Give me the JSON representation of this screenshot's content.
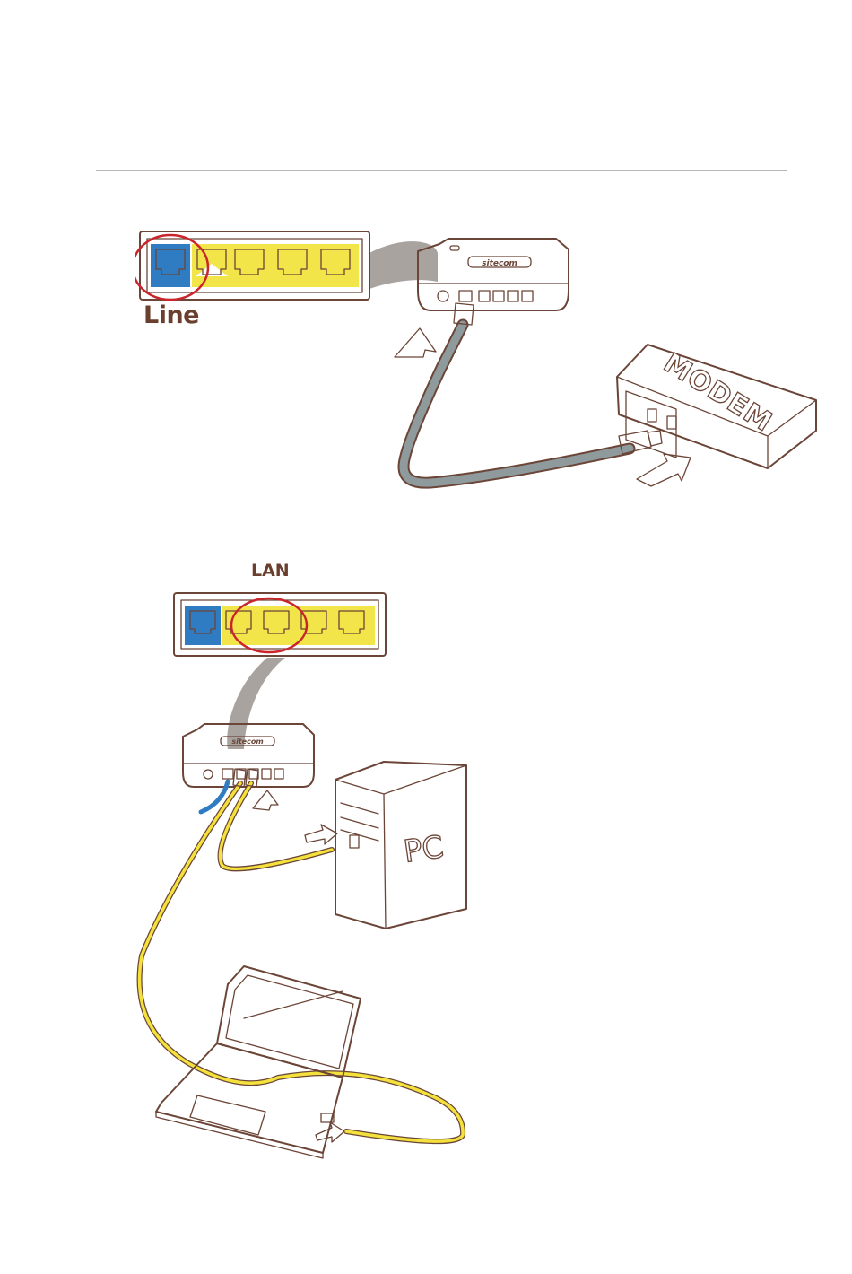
{
  "panel1": {
    "label": "Line",
    "brand": "sitecom",
    "modem_text": "MODEM"
  },
  "panel2": {
    "label": "LAN",
    "brand": "sitecom",
    "pc_text": "PC"
  },
  "colors": {
    "wan_port": "#2f7cc2",
    "lan_port": "#f1e54a",
    "highlight_circle": "#c9252a",
    "outline": "#6b4537",
    "wan_cable": "#8f9a9c",
    "lan_cable": "#f3e23c",
    "callout": "#a9a3a0",
    "rule": "#b7b7b7"
  },
  "icons": [
    "router-icon",
    "modem-icon",
    "pc-tower-icon",
    "laptop-icon",
    "arrow-icon",
    "ethernet-plug-icon"
  ]
}
